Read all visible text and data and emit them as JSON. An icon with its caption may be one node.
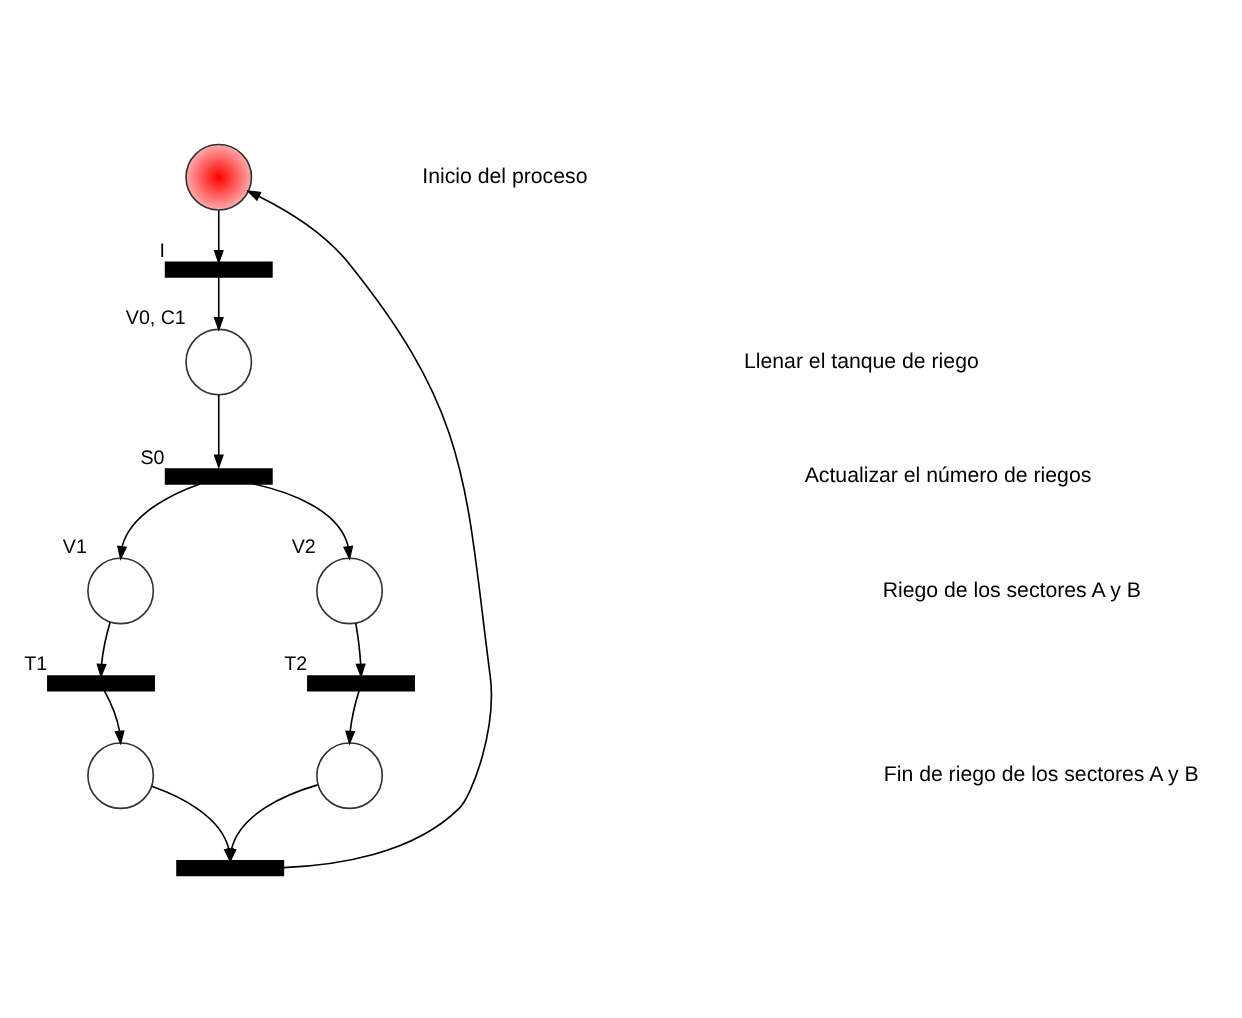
{
  "diagram": {
    "nodes": [
      {
        "text": [],
        "shape": "circle"
      },
      {
        "text": [],
        "shape": "bar",
        "beside": [
          "I"
        ]
      },
      {
        "text": [],
        "shape": "circle",
        "beside": [
          "V0, C1"
        ]
      },
      {
        "text": [],
        "shape": "bar",
        "beside": [
          "S0"
        ]
      },
      {
        "text": [],
        "shape": "circle",
        "beside": [
          "V1"
        ]
      },
      {
        "text": [],
        "shape": "circle",
        "beside": [
          "V2"
        ]
      },
      {
        "text": [],
        "shape": "bar",
        "beside": [
          "T1"
        ]
      },
      {
        "text": [],
        "shape": "bar",
        "beside": [
          "T2"
        ]
      },
      {
        "text": [],
        "shape": "circle"
      },
      {
        "text": [],
        "shape": "circle"
      },
      {
        "text": [],
        "shape": "bar"
      }
    ],
    "edges": [
      {
        "from": 0,
        "to": 1,
        "arrow": "to"
      },
      {
        "from": 1,
        "to": 2,
        "arrow": "to"
      },
      {
        "from": 2,
        "to": 3,
        "arrow": "to"
      },
      {
        "from": 3,
        "to": 4,
        "arrow": "to"
      },
      {
        "from": 3,
        "to": 5,
        "arrow": "to"
      },
      {
        "from": 4,
        "to": 6,
        "arrow": "to"
      },
      {
        "from": 5,
        "to": 7,
        "arrow": "to"
      },
      {
        "from": 6,
        "to": 8,
        "arrow": "to"
      },
      {
        "from": 7,
        "to": 9,
        "arrow": "to"
      },
      {
        "from": 8,
        "to": 10,
        "arrow": "to"
      },
      {
        "from": 9,
        "to": 10,
        "arrow": "to"
      },
      {
        "from": 10,
        "to": 0,
        "arrow": "to"
      }
    ],
    "labels": [
      "Inicio del proceso",
      "Llenar el tanque de riego",
      "Actualizar el número de riegos",
      "Riego de los sectores A y B",
      "Fin de riego de los sectores A y B"
    ]
  }
}
